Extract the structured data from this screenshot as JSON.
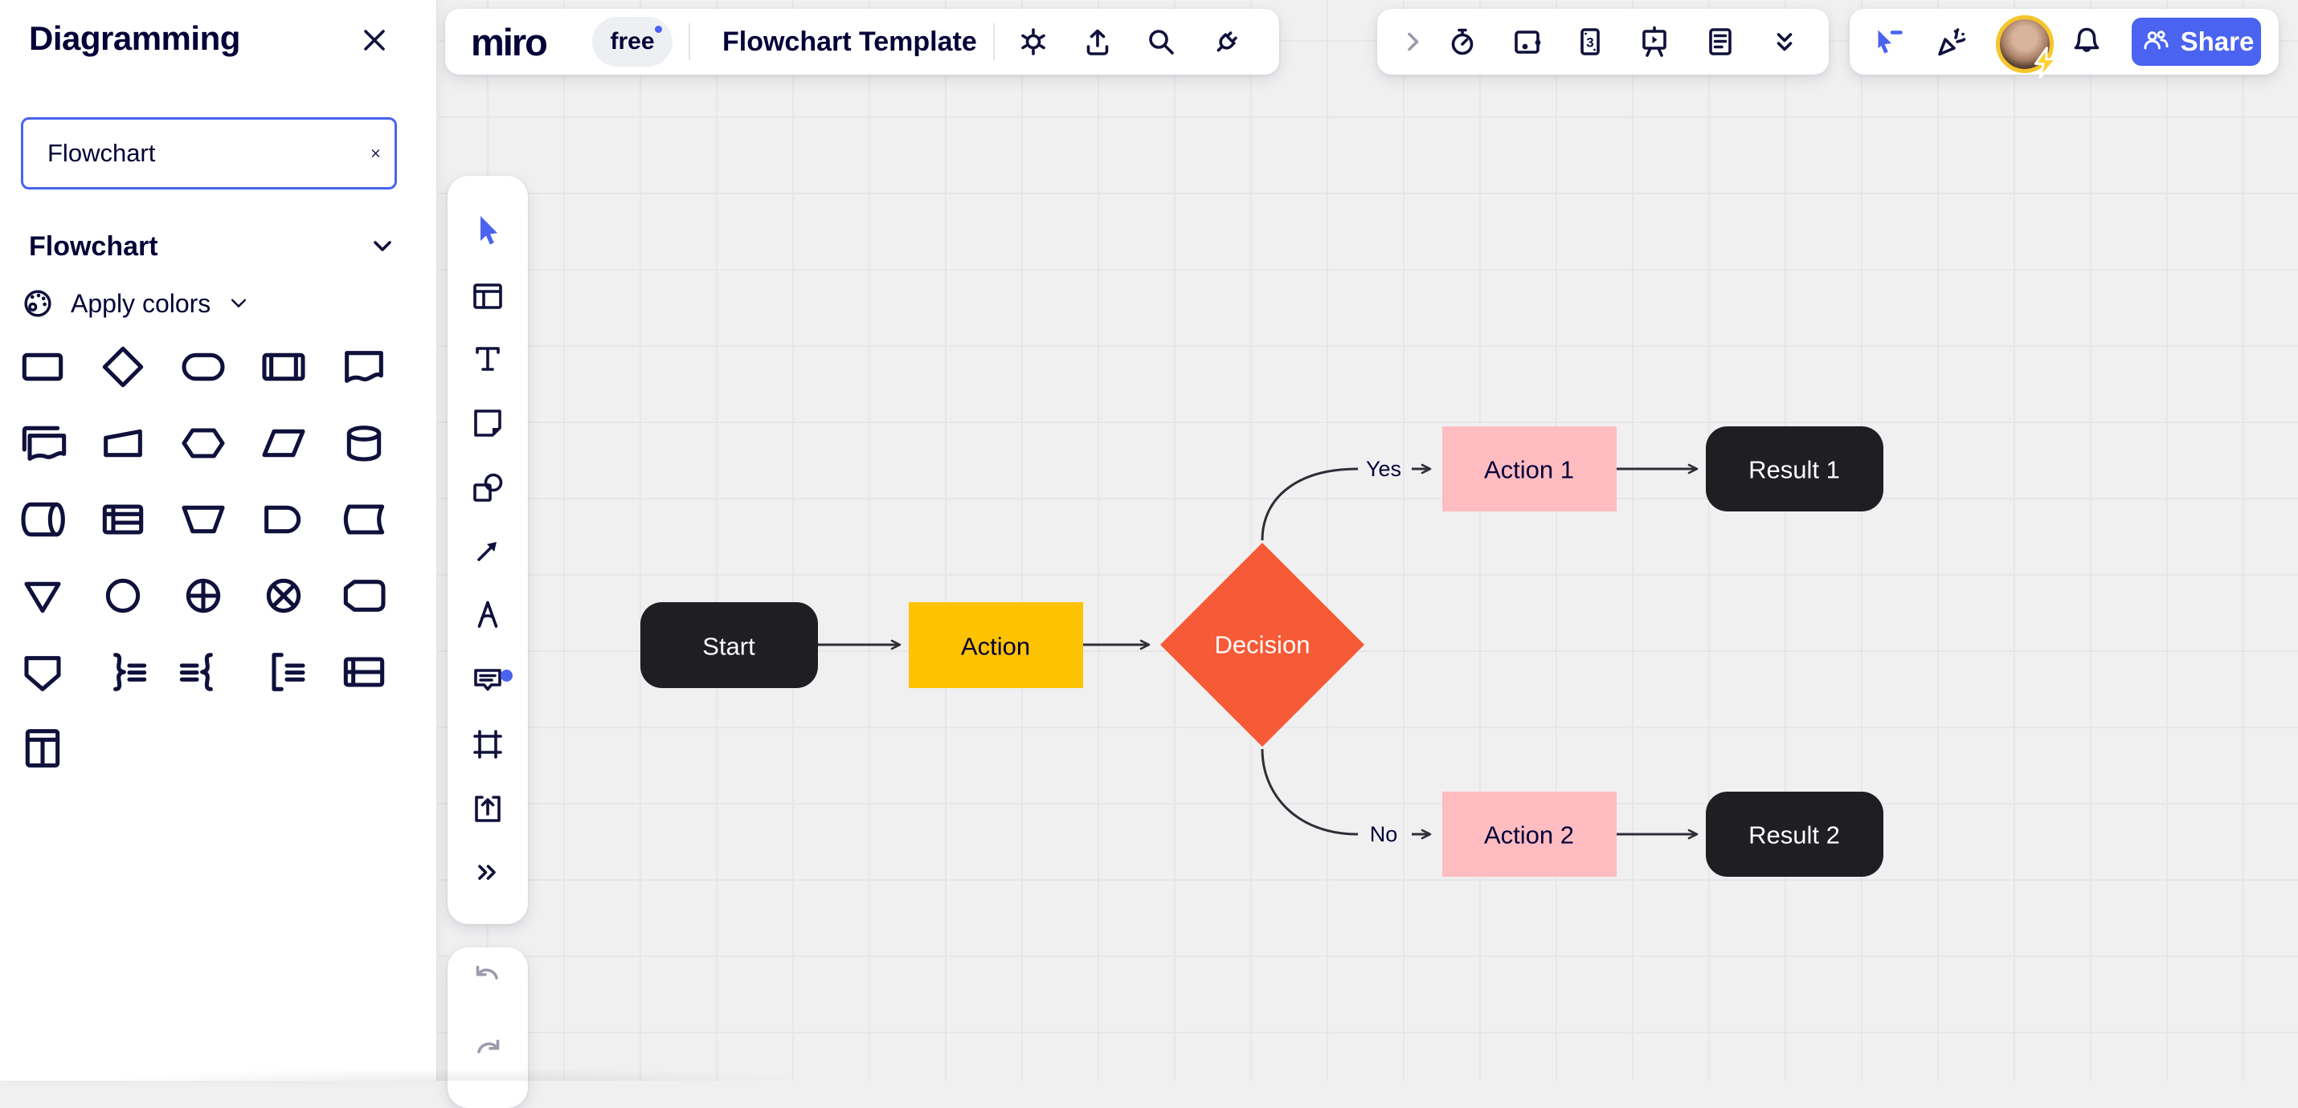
{
  "colors": {
    "navy": "#050038",
    "icon_ink": "#10103C",
    "accent": "#4A63F0",
    "canvas_bg": "#F0F0F1",
    "grid_line": "#E7E7E9",
    "node_dark": "#1F1F23",
    "node_yellow": "#FDC300",
    "node_pink": "#FFBCC1",
    "node_orange": "#F75A36",
    "connector": "#2E2E36",
    "white": "#FFFFFF",
    "disabled_icon": "#9B9BAD",
    "avatar_ring": "#F5C62C"
  },
  "sidebar": {
    "title": "Diagramming",
    "search_value": "Flowchart",
    "section_title": "Flowchart",
    "apply_colors_label": "Apply colors",
    "shape_names": [
      "process",
      "decision",
      "terminator",
      "predefined-process",
      "document",
      "multiple-documents",
      "manual-input",
      "preparation",
      "data",
      "database",
      "stored-data",
      "internal-storage",
      "manual-operation",
      "delay",
      "display",
      "merge",
      "connector",
      "or-junction",
      "summing-junction",
      "off-page-link",
      "off-page-connector",
      "brace-right-note",
      "brace-left-note",
      "bracket-note",
      "table",
      "column-table"
    ]
  },
  "left_toolbar": {
    "tools": [
      "select",
      "templates",
      "text",
      "sticky-note",
      "shapes",
      "connection-line",
      "pen",
      "comment",
      "frame",
      "upload",
      "more-tools"
    ],
    "history": [
      "undo",
      "redo"
    ]
  },
  "top_bar": {
    "logo": "miro",
    "plan_badge": "free",
    "board_title": "Flowchart Template",
    "actions": [
      "board-settings",
      "export",
      "search",
      "apps"
    ]
  },
  "collab_bar": {
    "tools": [
      "expand",
      "timer",
      "voting",
      "estimation",
      "presentation",
      "notes",
      "more-apps"
    ],
    "estimation_number": "3"
  },
  "account_bar": {
    "tools": [
      "hide-collaborators-cursors",
      "reactions",
      "profile",
      "notifications"
    ],
    "share_label": "Share"
  },
  "flowchart": {
    "nodes": [
      {
        "id": "start",
        "label": "Start",
        "shape": "rounded-rect",
        "fill": "#1F1F23",
        "text": "#FFFFFF"
      },
      {
        "id": "action",
        "label": "Action",
        "shape": "rect",
        "fill": "#FDC300",
        "text": "#050038"
      },
      {
        "id": "decision",
        "label": "Decision",
        "shape": "diamond",
        "fill": "#F75A36",
        "text": "#FFFFFF"
      },
      {
        "id": "action1",
        "label": "Action 1",
        "shape": "rect",
        "fill": "#FFBCC1",
        "text": "#050038"
      },
      {
        "id": "result1",
        "label": "Result 1",
        "shape": "rounded-rect",
        "fill": "#1F1F23",
        "text": "#FFFFFF"
      },
      {
        "id": "action2",
        "label": "Action 2",
        "shape": "rect",
        "fill": "#FFBCC1",
        "text": "#050038"
      },
      {
        "id": "result2",
        "label": "Result 2",
        "shape": "rounded-rect",
        "fill": "#1F1F23",
        "text": "#FFFFFF"
      }
    ],
    "edges": [
      {
        "from": "start",
        "to": "action",
        "label": ""
      },
      {
        "from": "action",
        "to": "decision",
        "label": ""
      },
      {
        "from": "decision",
        "to": "action1",
        "label": "Yes"
      },
      {
        "from": "action1",
        "to": "result1",
        "label": ""
      },
      {
        "from": "decision",
        "to": "action2",
        "label": "No"
      },
      {
        "from": "action2",
        "to": "result2",
        "label": ""
      }
    ],
    "edge_labels": {
      "yes": "Yes",
      "no": "No"
    }
  }
}
